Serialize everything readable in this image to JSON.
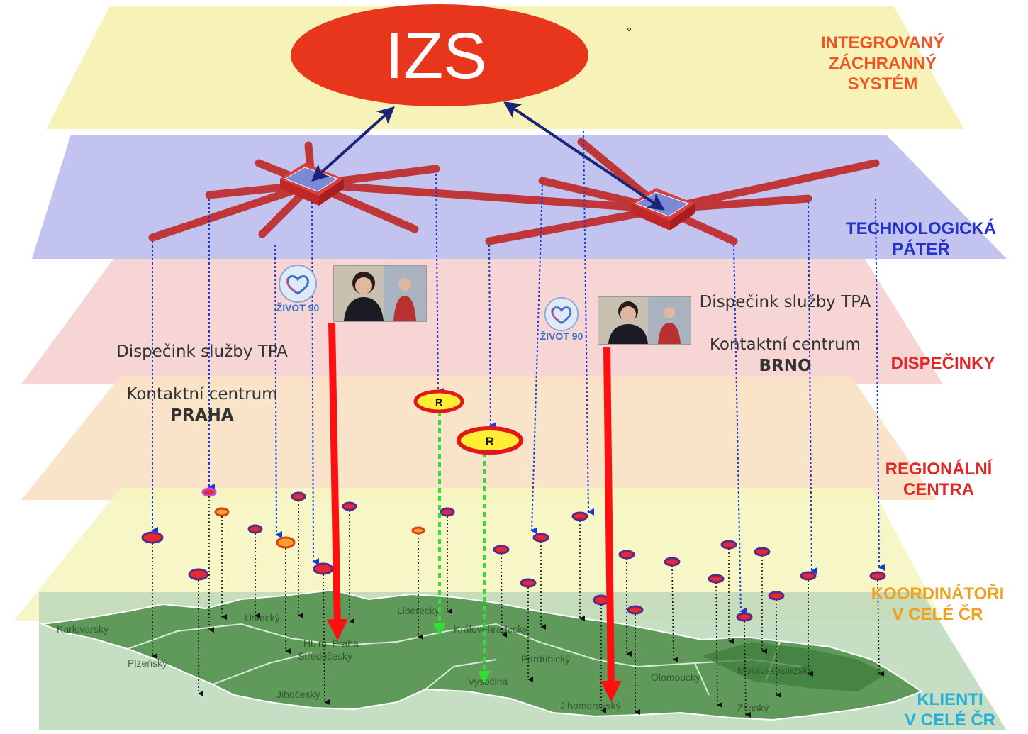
{
  "izs": {
    "label": "IZS"
  },
  "layers": {
    "izs": {
      "title": "INTEGROVANÝ\nZÁCHRANNÝ\nSYSTÉM",
      "color": "#ee5522"
    },
    "backbone": {
      "title": "TECHNOLOGICKÁ\nPÁTEŘ",
      "color": "#2233cc"
    },
    "dispatch": {
      "title": "DISPEČINKY",
      "color": "#e02828"
    },
    "regional": {
      "title": "REGIONÁLNÍ\nCENTRA",
      "color": "#e02828"
    },
    "coordinators": {
      "title": "KOORDINÁTOŘI\nV CELÉ ČR",
      "color": "#f0a020"
    },
    "clients": {
      "title": "KLIENTI\nV CELÉ ČR",
      "color": "#2ab0d8"
    }
  },
  "dispatch_centers": [
    {
      "line1": "Dispečink služby TPA",
      "line2": "Kontaktní centrum",
      "city": "PRAHA"
    },
    {
      "line1": "Dispečink služby TPA",
      "line2": "Kontaktní centrum",
      "city": "BRNO"
    }
  ],
  "badge": {
    "text": "ŽIVOT 90"
  },
  "regional_center": {
    "label": "R"
  },
  "regions": [
    "Karlovarský",
    "Plzeňský",
    "Ústecký",
    "Liberecký",
    "Hl. m. Praha",
    "Středočeský",
    "Královéhradecký",
    "Pardubický",
    "Jihočeský",
    "Vysočina",
    "Olomoucký",
    "Moravskoslezský",
    "Jihomoravský",
    "Zlínský"
  ],
  "colors": {
    "izs_ellipse": "#e8361c",
    "layer_izs": "#f7f3b8",
    "layer_backbone": "#c3c3f0",
    "layer_dispatch": "#f7d0d0",
    "layer_regional": "#f8e1c4",
    "layer_coord": "#f5f5c0",
    "backbone_link": "#c0373a",
    "arrow_navy": "#1a2478",
    "red_arrow": "#ff1010",
    "green_arrow": "#33dd33",
    "map_fill": "#5f9a5a"
  },
  "small_text": {
    "degree": "°"
  }
}
